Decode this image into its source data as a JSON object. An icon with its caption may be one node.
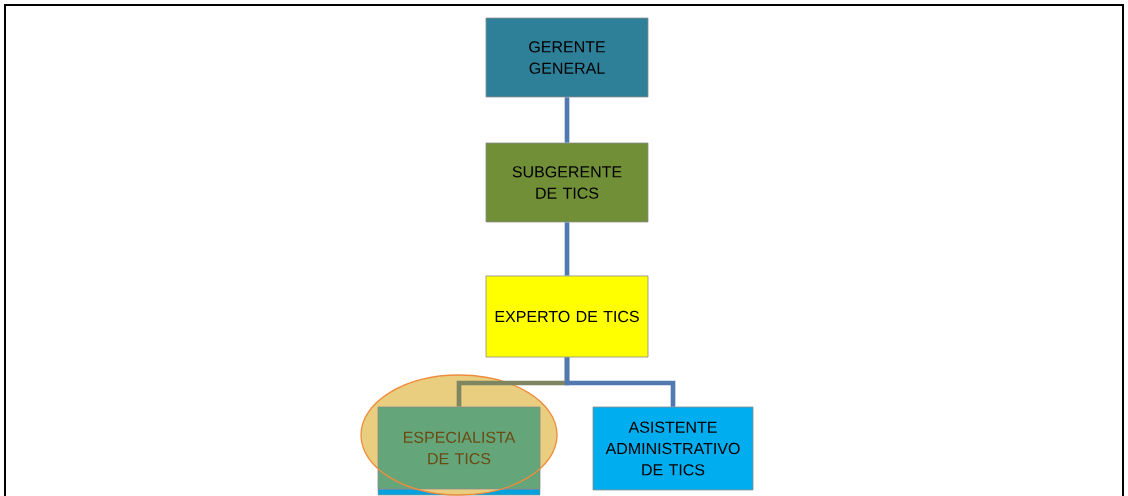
{
  "diagram": {
    "nodes": [
      {
        "text": [
          "GERENTE GENERAL"
        ]
      },
      {
        "text": [
          "SUBGERENTE DE TICS"
        ]
      },
      {
        "text": [
          "EXPERTO DE TICS"
        ]
      },
      {
        "text": [],
        "shape": "box"
      },
      {
        "text": [
          "ESPECIALISTA DE TICS"
        ]
      },
      {
        "text": [
          "ASISTENTE ADMINISTRATIVO DE TICS"
        ]
      }
    ],
    "edges": [
      {
        "from": 0,
        "to": 1,
        "arrow": "none"
      },
      {
        "from": 1,
        "to": 2,
        "arrow": "none"
      },
      {
        "from": 2,
        "to": 4,
        "arrow": "none",
        "color": "#7d8561"
      },
      {
        "from": 2,
        "to": 5,
        "arrow": "none"
      }
    ]
  }
}
